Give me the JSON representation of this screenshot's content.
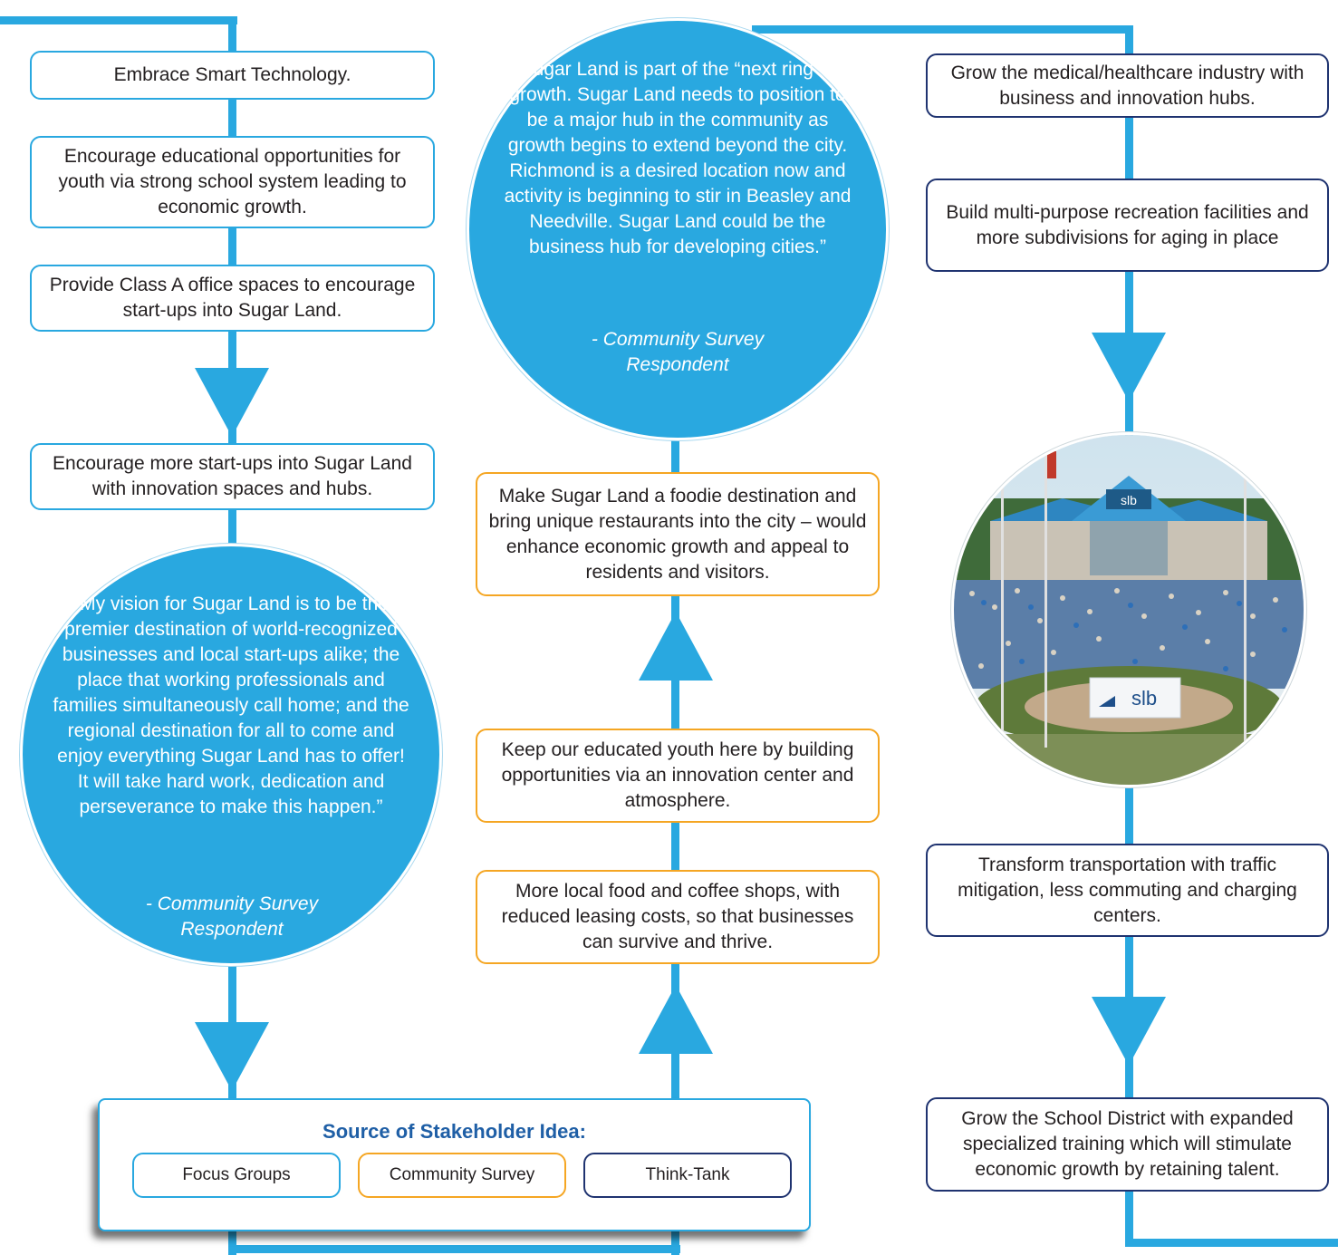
{
  "colors": {
    "focus_groups": "#29a8e0",
    "community_survey": "#f5a623",
    "think_tank": "#1f3370"
  },
  "left_column": {
    "box1": "Embrace Smart Technology.",
    "box2": "Encourage educational opportunities for youth via strong school system leading to economic growth.",
    "box3": "Provide Class A office spaces to encourage start-ups into Sugar Land.",
    "box4": "Encourage more start-ups into Sugar Land with innovation spaces and hubs.",
    "quote": "“My vision for Sugar Land is to be the premier destination of world-recognized businesses and local start-ups alike; the place that working professionals and families simultaneously call home; and the regional destination for all to come and enjoy everything Sugar Land has to offer! It will take hard work, dedication and perseverance to make this happen.”",
    "attribution": "- Community Survey Respondent"
  },
  "middle_column": {
    "quote": "“Sugar Land is part of the “next ring” of growth. Sugar Land needs to position to be a major hub in the community as growth begins to extend beyond the city. Richmond is a desired location now and activity is beginning to stir in Beasley and Needville. Sugar Land could be the business hub for developing cities.”",
    "attribution": "- Community Survey Respondent",
    "box1": "Make Sugar Land a foodie destination and bring unique restaurants into the city – would enhance economic growth and appeal to residents and visitors.",
    "box2": "Keep our educated youth here by building opportunities via an innovation center and atmosphere.",
    "box3": "More local food and coffee shops, with reduced leasing costs, so that businesses can survive and thrive."
  },
  "right_column": {
    "box1": "Grow the medical/healthcare industry with business and innovation hubs.",
    "box2": "Build multi-purpose recreation facilities and more subdivisions for aging in place",
    "photo_banner": "slb",
    "photo_roof_logo": "slb",
    "box3": "Transform transportation with traffic mitigation, less commuting and charging centers.",
    "box4": "Grow the School District with expanded specialized training which will stimulate economic growth by retaining talent."
  },
  "legend": {
    "title": "Source of Stakeholder Idea:",
    "items": [
      "Focus Groups",
      "Community Survey",
      "Think-Tank"
    ]
  }
}
